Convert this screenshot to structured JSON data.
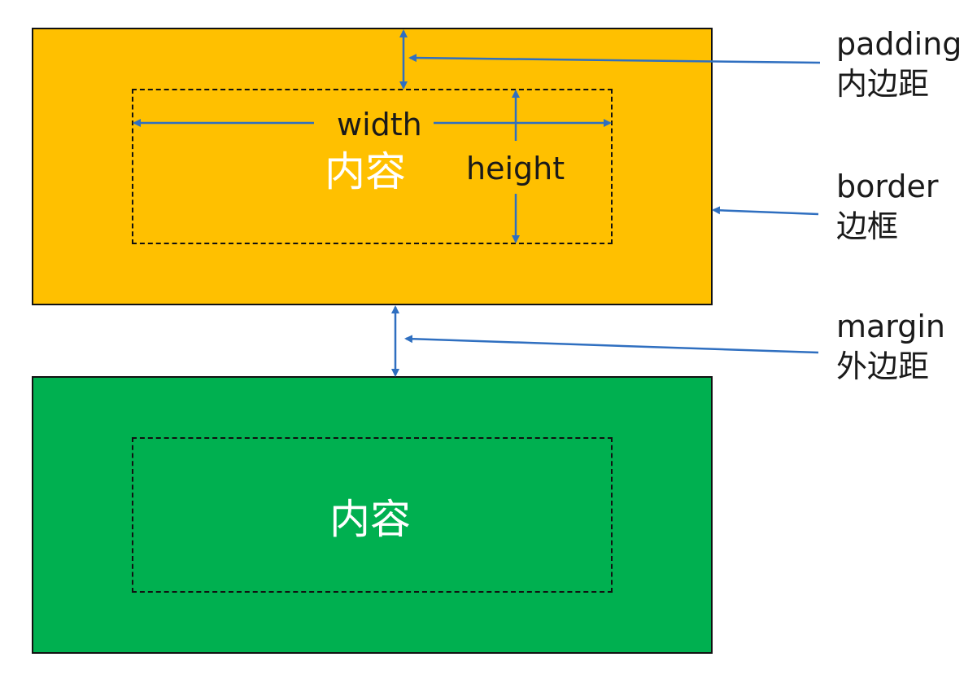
{
  "colors": {
    "box_top_fill": "#FFC000",
    "box_bottom_fill": "#00B050",
    "arrow": "#2F6FC0",
    "content_text": "#FFFFFF"
  },
  "top_box": {
    "content_label": "内容",
    "width_label": "width",
    "height_label": "height"
  },
  "bottom_box": {
    "content_label": "内容"
  },
  "callouts": {
    "padding": {
      "en": "padding",
      "zh": "内边距"
    },
    "border": {
      "en": "border",
      "zh": "边框"
    },
    "margin": {
      "en": "margin",
      "zh": "外边距"
    }
  }
}
